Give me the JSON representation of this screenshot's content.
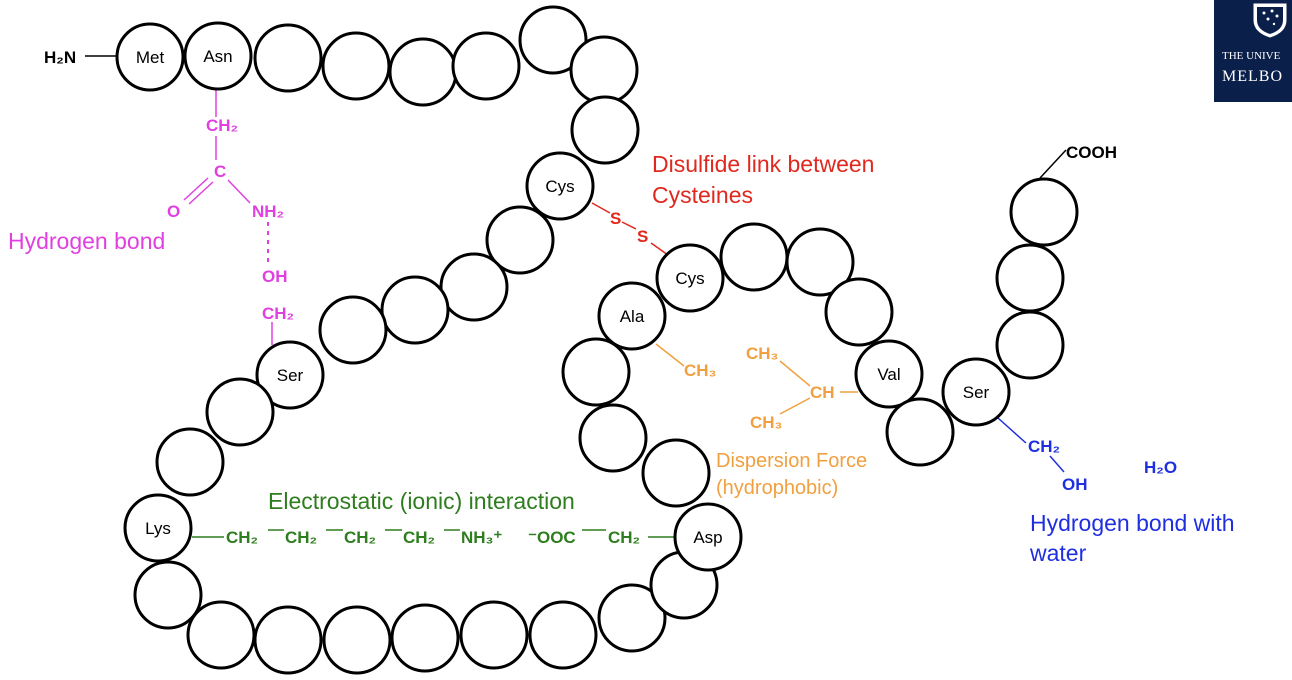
{
  "termini": {
    "n_terminus": "H₂N",
    "c_terminus": "COOH"
  },
  "residues": {
    "met": "Met",
    "asn": "Asn",
    "cys1": "Cys",
    "cys2": "Cys",
    "ala": "Ala",
    "ser1": "Ser",
    "lys": "Lys",
    "asp": "Asp",
    "val": "Val",
    "ser2": "Ser"
  },
  "hydrogen_bond": {
    "title": "Hydrogen bond",
    "ch2_top": "CH₂",
    "c": "C",
    "o": "O",
    "nh2": "NH₂",
    "oh": "OH",
    "ch2_bottom": "CH₂",
    "color": "#e040e0"
  },
  "disulfide": {
    "title_line1": "Disulfide link between",
    "title_line2": "Cysteines",
    "s1": "S",
    "s2": "S",
    "color": "#e0281e"
  },
  "dispersion": {
    "title_line1": "Dispersion Force",
    "title_line2": "(hydrophobic)",
    "ala_ch3": "CH₃",
    "val_ch3_top": "CH₃",
    "val_ch": "CH",
    "val_ch3_bottom": "CH₃",
    "color": "#f0a040"
  },
  "ionic": {
    "title": "Electrostatic (ionic) interaction",
    "lys_chain": [
      "CH₂",
      "CH₂",
      "CH₂",
      "CH₂",
      "NH₃⁺"
    ],
    "asp_chain": [
      "⁻OOC",
      "CH₂"
    ],
    "color": "#2e7d1e"
  },
  "water_bond": {
    "title_line1": "Hydrogen bond with",
    "title_line2": "water",
    "ch2": "CH₂",
    "oh": "OH",
    "h2o": "H₂O",
    "color": "#1f2fe0"
  },
  "logo": {
    "name_line1": "THE UNIVE",
    "name_line2": "MELBO",
    "color": "#0b1f4b"
  }
}
